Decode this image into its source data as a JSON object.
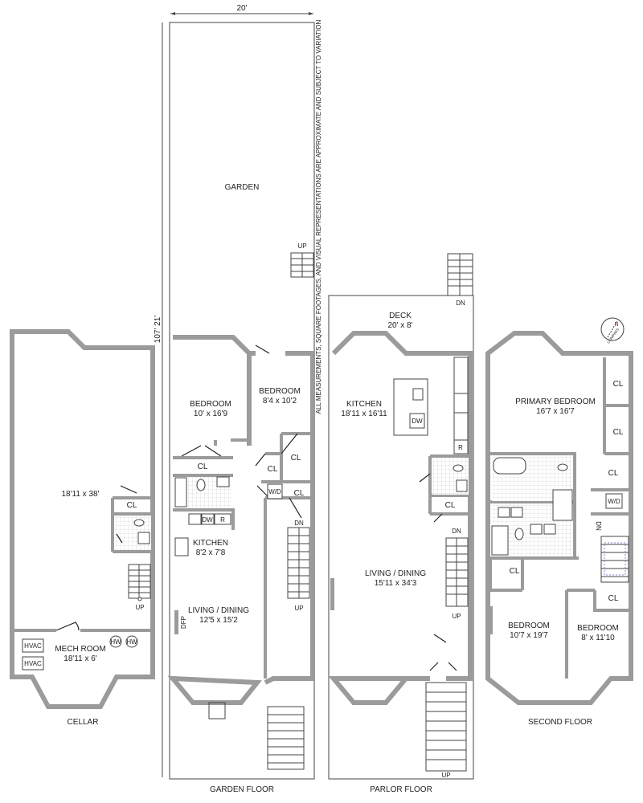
{
  "dimensions": {
    "width": "20'",
    "depth": "107' 21'"
  },
  "disclaimer": "ALL MEASUREMENTS, SQUARE FOOTAGES, AND VISUAL REPRESENTATIONS ARE APPROXIMATE AND SUBJECT TO VARIATION",
  "compass": {
    "label": "COMPASS",
    "north": "N"
  },
  "cellar": {
    "title": "CELLAR",
    "main_room_size": "18'11 x 38'",
    "closet": "CL",
    "stairs": "UP",
    "mech_room": "MECH ROOM",
    "mech_room_size": "18'11 x 6'",
    "hvac_1": "HVAC",
    "hvac_2": "HVAC",
    "hw_1": "HW",
    "hw_2": "HW"
  },
  "garden_floor": {
    "title": "GARDEN FLOOR",
    "garden": "GARDEN",
    "garden_stairs": "UP",
    "bedroom1": "BEDROOM",
    "bedroom1_size": "10' x 16'9",
    "bedroom2": "BEDROOM",
    "bedroom2_size": "8'4 x 10'2",
    "cl1": "CL",
    "cl2": "CL",
    "cl3": "CL",
    "cl4": "CL",
    "wd": "W/D",
    "dw": "DW",
    "r": "R",
    "kitchen": "KITCHEN",
    "kitchen_size": "8'2 x 7'8",
    "living": "LIVING / DINING",
    "living_size": "12'5 x 15'2",
    "dfp": "DFP",
    "stairs_dn": "DN",
    "stairs_up": "UP"
  },
  "parlor_floor": {
    "title": "PARLOR FLOOR",
    "deck": "DECK",
    "deck_size": "20' x 8'",
    "deck_stairs": "DN",
    "kitchen": "KITCHEN",
    "kitchen_size": "18'11 x 16'11",
    "dw": "DW",
    "r": "R",
    "cl": "CL",
    "living": "LIVING / DINING",
    "living_size": "15'11 x 34'3",
    "stairs_dn": "DN",
    "stairs_up": "UP",
    "front_stairs": "UP"
  },
  "second_floor": {
    "title": "SECOND FLOOR",
    "primary": "PRIMARY BEDROOM",
    "primary_size": "16'7 x 16'7",
    "cl1": "CL",
    "cl2": "CL",
    "cl3": "CL",
    "cl4": "CL",
    "cl5": "CL",
    "wd": "W/D",
    "stairs_dn": "DN",
    "bedroom1": "BEDROOM",
    "bedroom1_size": "10'7 x 19'7",
    "bedroom2": "BEDROOM",
    "bedroom2_size": "8' x 11'10"
  }
}
